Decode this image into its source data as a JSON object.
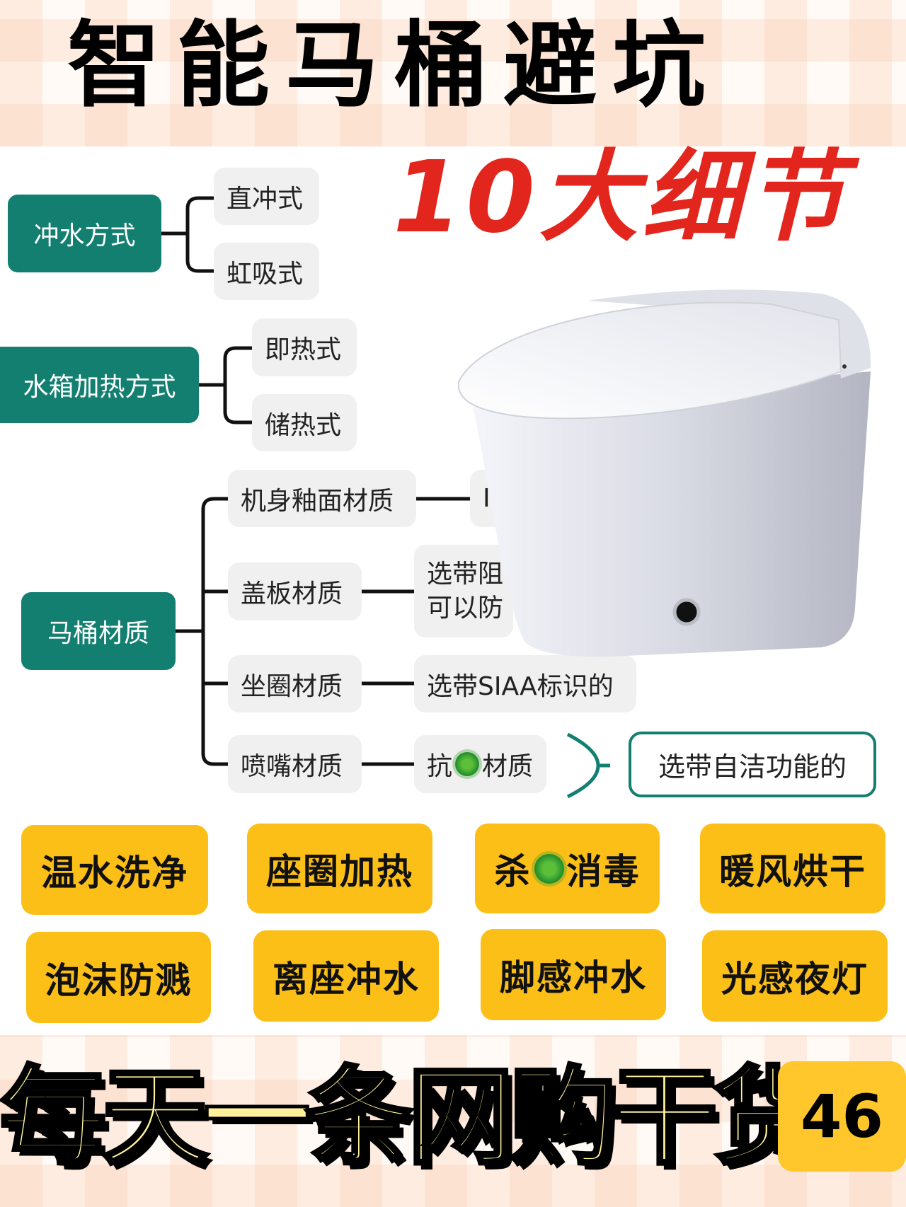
{
  "header": {
    "title": "智能马桶避坑",
    "subtitle": "10大细节"
  },
  "mindmap": {
    "flush": {
      "label": "冲水方式",
      "options": [
        "直冲式",
        "虹吸式"
      ]
    },
    "heating": {
      "label": "水箱加热方式",
      "options": [
        "即热式",
        "储热式"
      ]
    },
    "material": {
      "label": "马桶材质",
      "items": [
        {
          "label": "机身釉面材质",
          "value": "I"
        },
        {
          "label": "盖板材质",
          "value_line1": "选带阻",
          "value_line2": "可以防"
        },
        {
          "label": "坐圈材质",
          "value": "选带SIAA标识的"
        },
        {
          "label": "喷嘴材质",
          "value_pre": "抗",
          "value_post": "材质"
        }
      ]
    },
    "self_clean": "选带自洁功能的"
  },
  "features": [
    {
      "label": "温水洗净"
    },
    {
      "label": "座圈加热"
    },
    {
      "pre": "杀",
      "post": "消毒"
    },
    {
      "label": "暖风烘干"
    },
    {
      "label": "泡沫防溅"
    },
    {
      "label": "离座冲水"
    },
    {
      "label": "脚感冲水"
    },
    {
      "label": "光感夜灯"
    }
  ],
  "footer": {
    "slogan": "每天一条网购干货",
    "number": "46"
  },
  "colors": {
    "teal": "#137f70",
    "yellow": "#fbbf18",
    "red": "#e2261d"
  }
}
